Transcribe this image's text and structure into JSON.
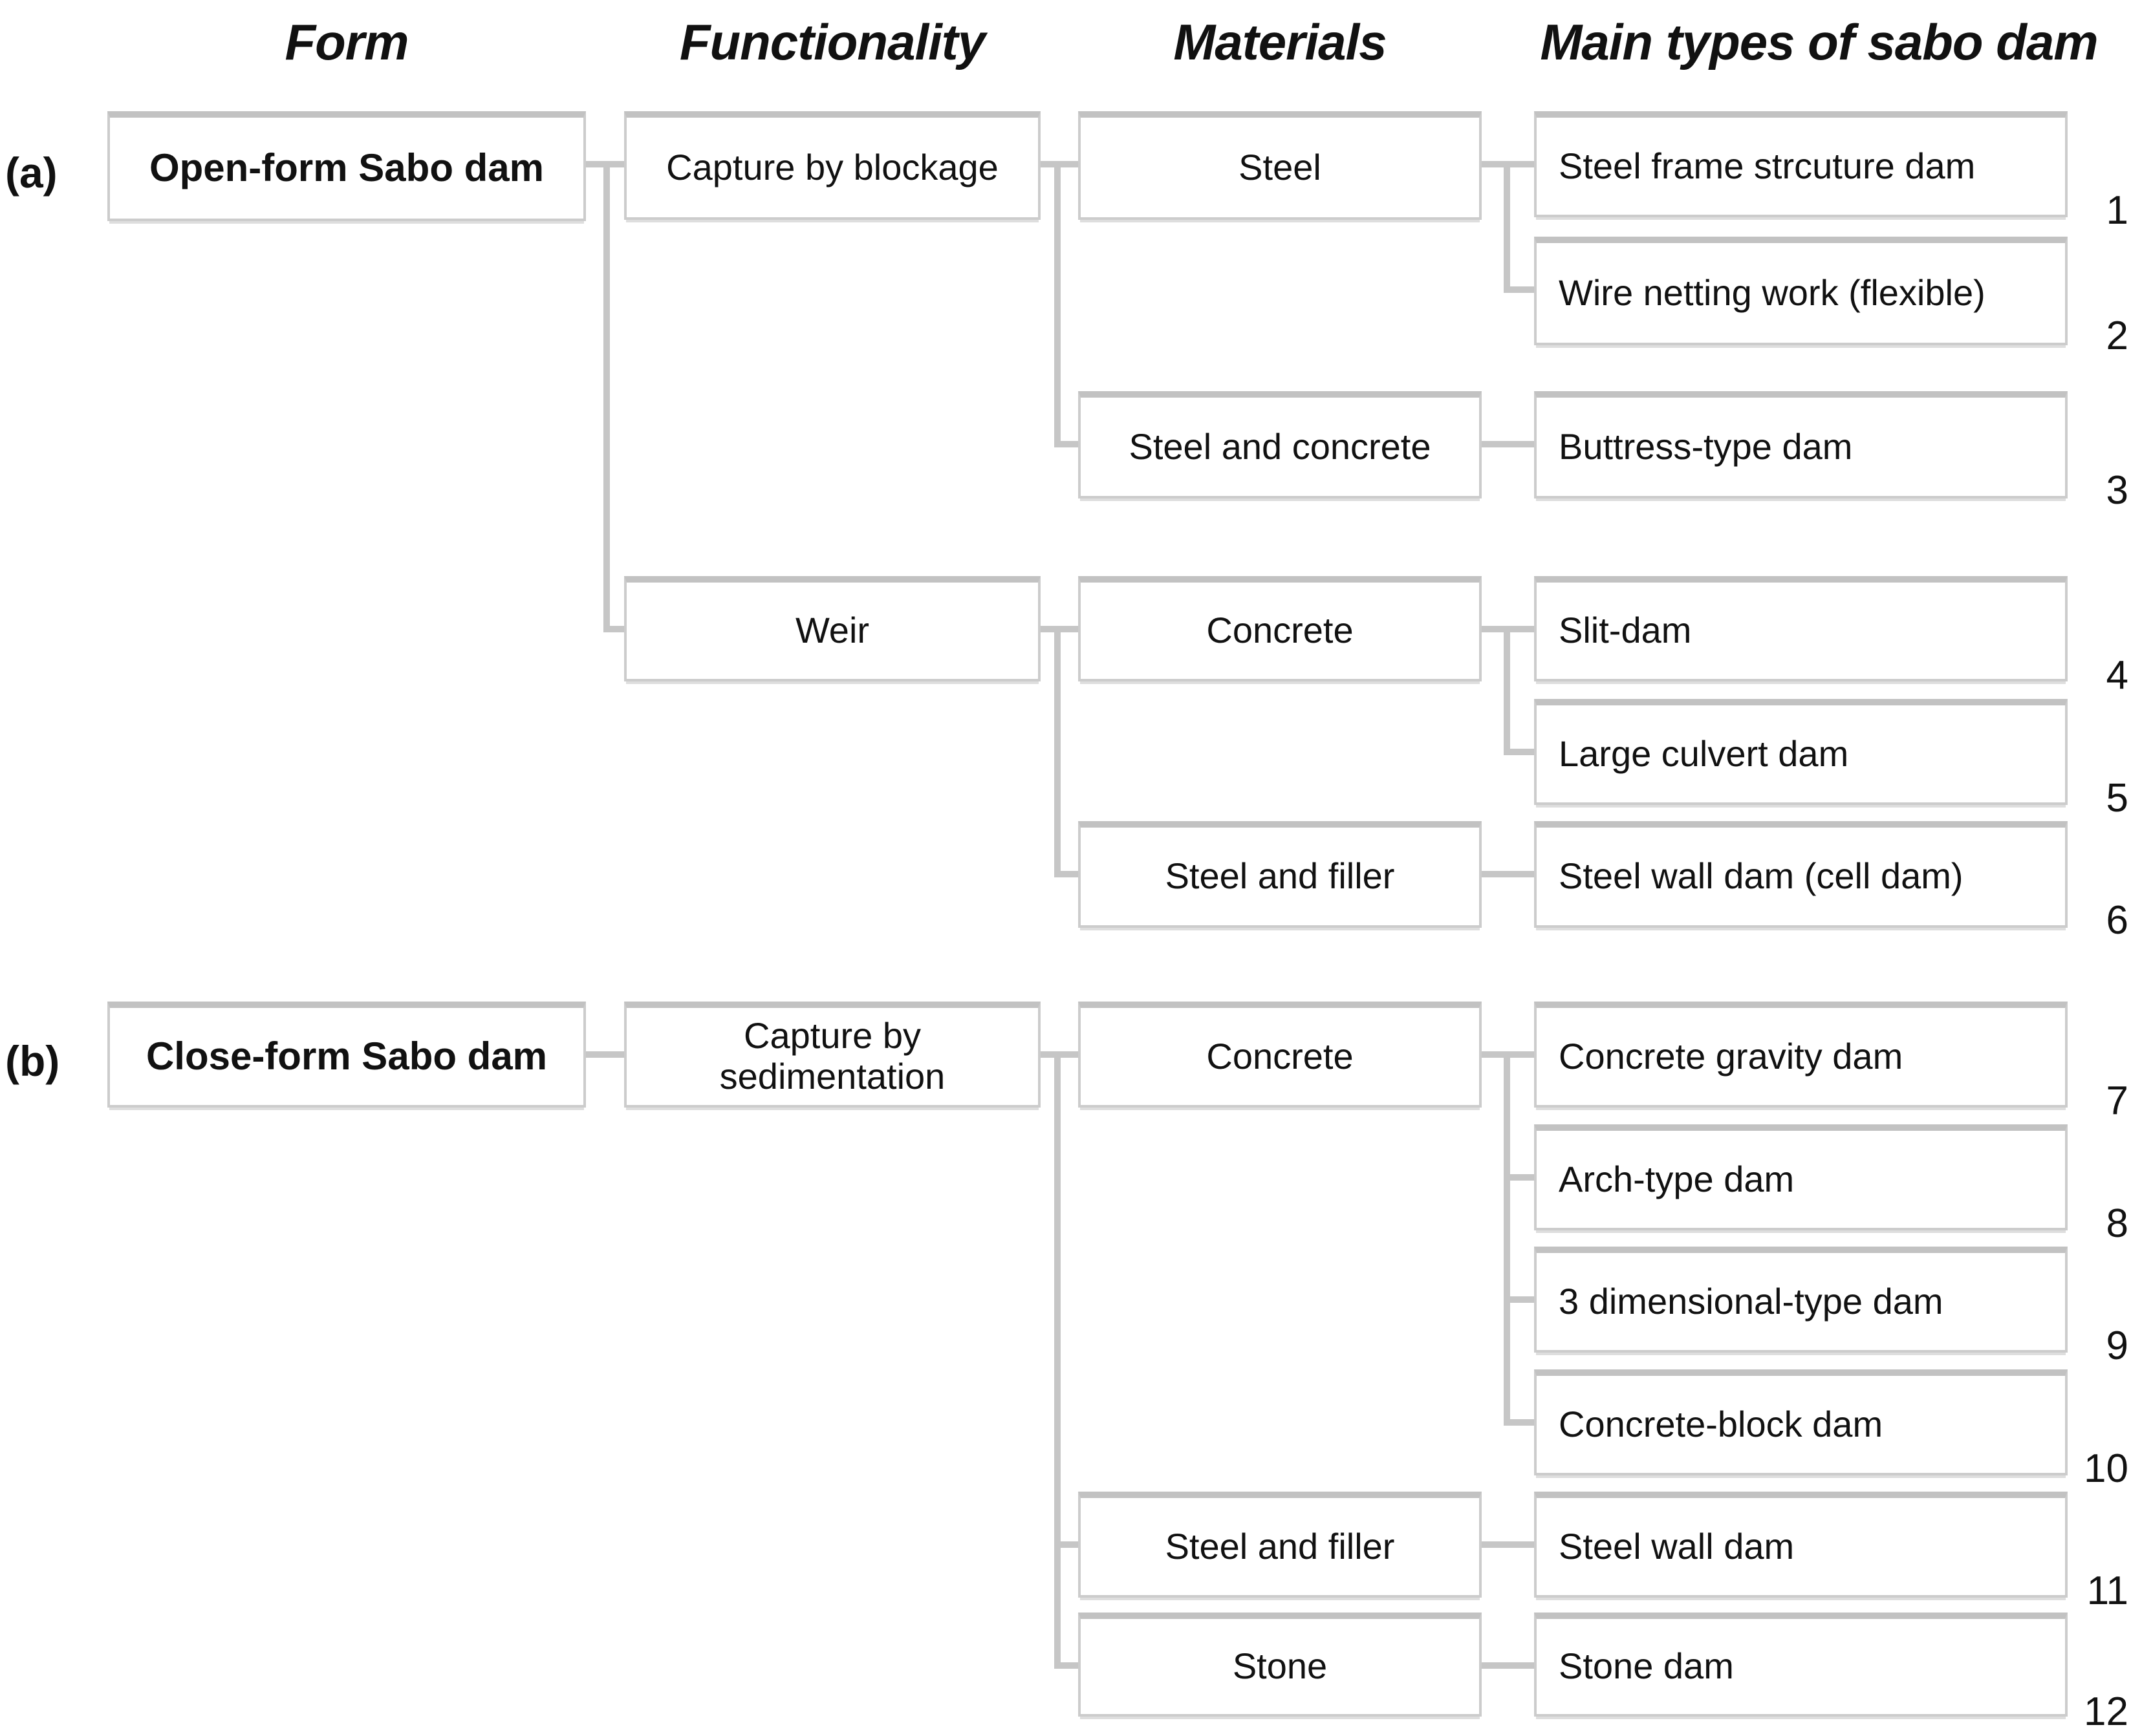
{
  "headers": {
    "form": "Form",
    "functionality": "Functionality",
    "materials": "Materials",
    "main_types": "Main types of sabo dam"
  },
  "colors": {
    "connector_gray": "#c6c6c6",
    "box_border_gray": "#cccccc",
    "box_border_top_gray": "#c2c2c2",
    "text": "#111111"
  },
  "section_a": {
    "label": "(a)",
    "form": "Open-form Sabo dam",
    "functionalities": [
      {
        "label": "Capture by blockage",
        "materials": [
          {
            "label": "Steel",
            "types": [
              {
                "label": "Steel frame strcuture dam",
                "num": "1"
              },
              {
                "label": "Wire netting work (flexible)",
                "num": "2"
              }
            ]
          },
          {
            "label": "Steel and concrete",
            "types": [
              {
                "label": "Buttress-type dam",
                "num": "3"
              }
            ]
          }
        ]
      },
      {
        "label": "Weir",
        "materials": [
          {
            "label": "Concrete",
            "types": [
              {
                "label": "Slit-dam",
                "num": "4"
              },
              {
                "label": "Large culvert dam",
                "num": "5"
              }
            ]
          },
          {
            "label": "Steel and filler",
            "types": [
              {
                "label": "Steel wall dam (cell dam)",
                "num": "6"
              }
            ]
          }
        ]
      }
    ]
  },
  "section_b": {
    "label": "(b)",
    "form": "Close-form Sabo dam",
    "functionalities": [
      {
        "label": "Capture by sedimentation",
        "materials": [
          {
            "label": "Concrete",
            "types": [
              {
                "label": "Concrete gravity dam",
                "num": "7"
              },
              {
                "label": "Arch-type dam",
                "num": "8"
              },
              {
                "label": "3 dimensional-type dam",
                "num": "9"
              },
              {
                "label": "Concrete-block dam",
                "num": "10"
              }
            ]
          },
          {
            "label": "Steel and filler",
            "types": [
              {
                "label": "Steel wall dam",
                "num": "11"
              }
            ]
          },
          {
            "label": "Stone",
            "types": [
              {
                "label": "Stone dam",
                "num": "12"
              }
            ]
          }
        ]
      }
    ]
  }
}
